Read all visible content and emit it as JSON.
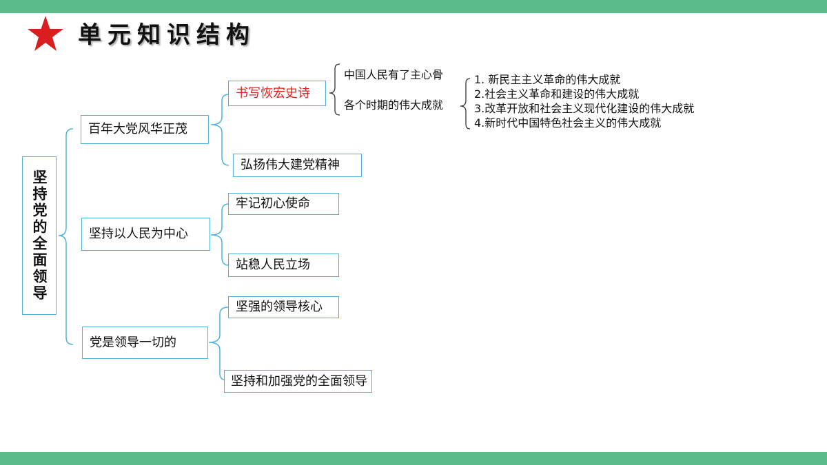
{
  "header": {
    "title": "单元知识结构"
  },
  "colors": {
    "accent_bar": "#5cbb8a",
    "box_border": "#4fb3d9",
    "highlight": "#e02020",
    "star": "#d81e1e"
  },
  "icons": {
    "header_star": "star-icon"
  },
  "diagram": {
    "root": "坚持党的全面领导",
    "branches": [
      {
        "label": "百年大党风华正茂",
        "children": [
          {
            "label": "书写恢宏史诗",
            "children": [
              {
                "label": "中国人民有了主心骨"
              },
              {
                "label": "各个时期的伟大成就",
                "items": [
                  "1. 新民主主义革命的伟大成就",
                  "2.社会主义革命和建设的伟大成就",
                  "3.改革开放和社会主义现代化建设的伟大成就",
                  "4.新时代中国特色社会主义的伟大成就"
                ]
              }
            ]
          },
          {
            "label": "弘扬伟大建党精神"
          }
        ]
      },
      {
        "label": "坚持以人民为中心",
        "children": [
          {
            "label": "牢记初心使命"
          },
          {
            "label": "站稳人民立场"
          }
        ]
      },
      {
        "label": "党是领导一切的",
        "children": [
          {
            "label": "坚强的领导核心"
          },
          {
            "label": "坚持和加强党的全面领导"
          }
        ]
      }
    ]
  }
}
